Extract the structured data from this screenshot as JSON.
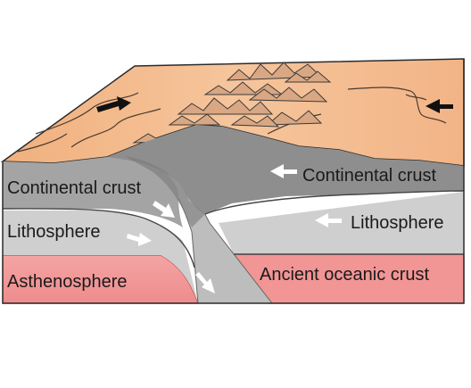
{
  "labels": {
    "continental_crust_left": "Continental crust",
    "continental_crust_right": "Continental crust",
    "lithosphere_left": "Lithosphere",
    "lithosphere_right": "Lithosphere",
    "asthenosphere": "Asthenosphere",
    "ancient_oceanic_crust": "Ancient oceanic crust"
  },
  "colors": {
    "surface": "#f2b486",
    "surface_light": "#f7c9a3",
    "crust": "#9d9d9d",
    "crust_dark": "#7e7e7e",
    "lithosphere": "#c8c8c8",
    "asthenosphere": "#f19595",
    "asthenosphere_deep": "#e87878",
    "outline": "#2b2b2b"
  },
  "icons": {
    "motion_arrow_surface": "black-arrow-icon",
    "motion_arrow_section": "white-arrow-icon"
  }
}
